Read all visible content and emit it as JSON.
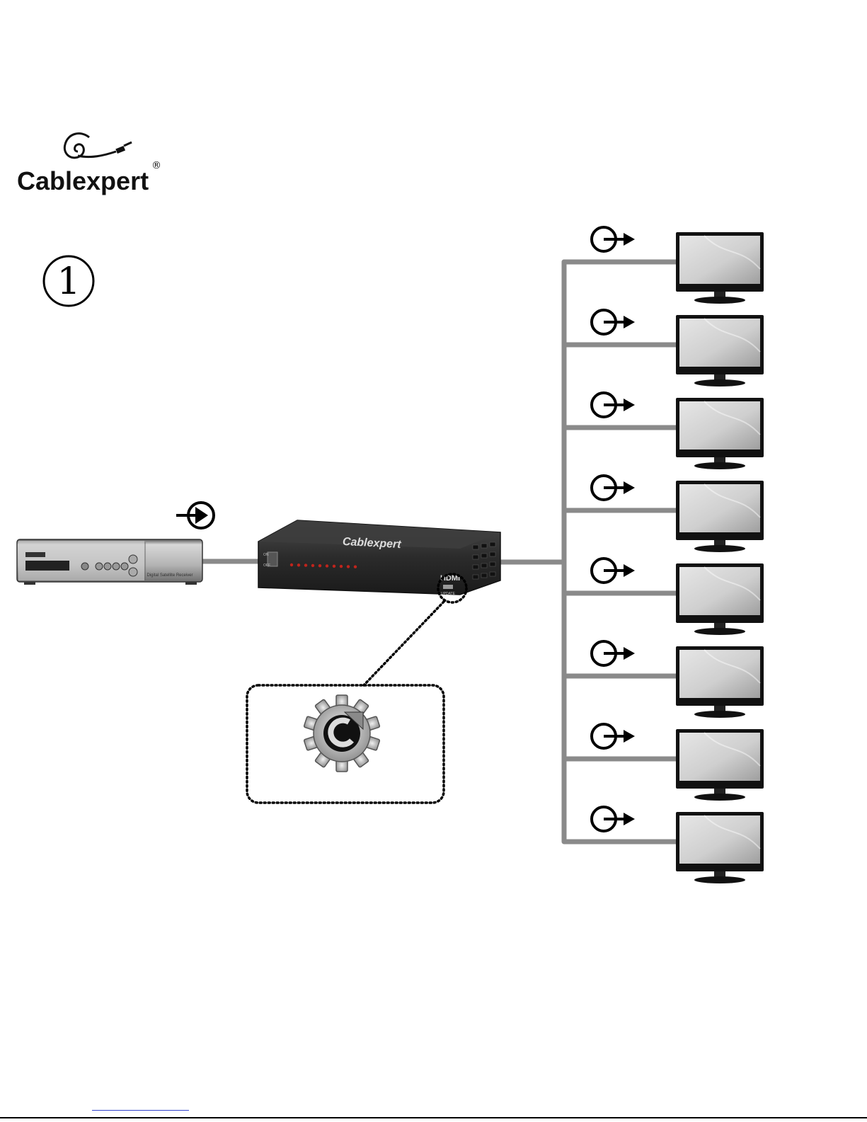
{
  "brand": {
    "logo_text": "Cablexpert",
    "registered_mark": "®"
  },
  "step": {
    "number_glyph": "①"
  },
  "devices": {
    "source": {
      "icon": "satellite-receiver-icon",
      "port_icon": "input-arrow-icon",
      "front_label": "Digital Satellite Receiver"
    },
    "splitter": {
      "icon": "hdmi-splitter-icon",
      "brand_text": "Cablexpert",
      "hdmi_text": "HDMI",
      "update_port_label": "UPDATE",
      "power_labels": [
        "ON",
        "OFF"
      ],
      "led_count": 10
    },
    "update_callout": {
      "icon": "firmware-update-gear-icon"
    },
    "outputs": {
      "count": 8,
      "display_icon": "monitor-icon",
      "port_icon": "output-arrow-icon"
    }
  },
  "colors": {
    "cable": "#8a8a8a",
    "monitor_bezel": "#111111",
    "monitor_screen": "#c8c8c8",
    "splitter_body": "#2a2a2a",
    "splitter_led": "#c0241c",
    "receiver_body": "#b9b9b9",
    "gear": "#9a9a9a"
  }
}
